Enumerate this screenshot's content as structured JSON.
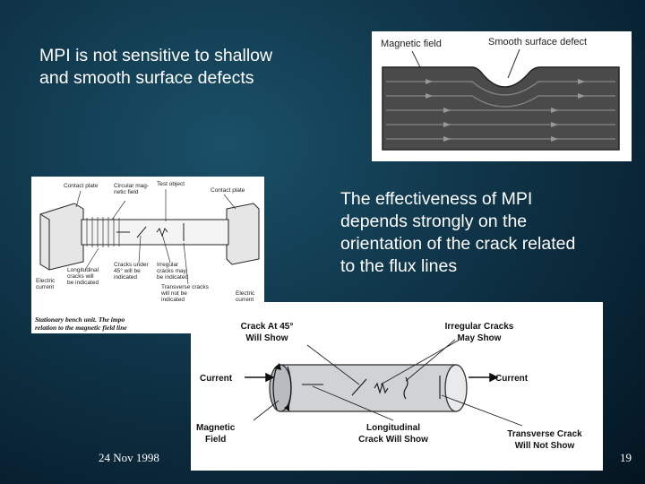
{
  "slide": {
    "text_top_left": "MPI is not sensitive to shallow\nand smooth surface defects",
    "text_middle_right": "The effectiveness of MPI\ndepends strongly on the\norientation of the crack related\nto the flux lines",
    "footer_date": "24 Nov 1998",
    "page_number": "19"
  },
  "figure_surface_defect": {
    "label_magnetic_field": "Magnetic field",
    "label_smooth_defect": "Smooth surface defect"
  },
  "figure_bench_unit": {
    "label_contact_plate_left": "Contact plate",
    "label_circular_field": "Circular mag-\nnetic field",
    "label_test_object": "Test object",
    "label_contact_plate_right": "Contact plate",
    "label_cracks_45": "Cracks under\n45° will be\nindicated",
    "label_irregular": "Irregular\ncracks may\nbe indicated",
    "label_longitudinal": "Longitudinal\ncracks will\nbe indicated",
    "label_electric_current_left": "Electric\ncurrent",
    "label_transverse": "Transverse cracks\nwill not be\nindicated",
    "label_electric_current_right": "Electric\ncurrent",
    "caption": "Stationary bench unit. The impo\nrelation to the magnetic field line"
  },
  "figure_cylinder": {
    "label_crack_45": "Crack At 45°\nWill Show",
    "label_irregular": "Irregular Cracks\nMay Show",
    "label_current_left": "Current",
    "label_current_right": "Current",
    "label_magnetic_field": "Magnetic\nField",
    "label_longitudinal": "Longitudinal\nCrack Will Show",
    "label_transverse": "Transverse Crack\nWill Not Show"
  }
}
